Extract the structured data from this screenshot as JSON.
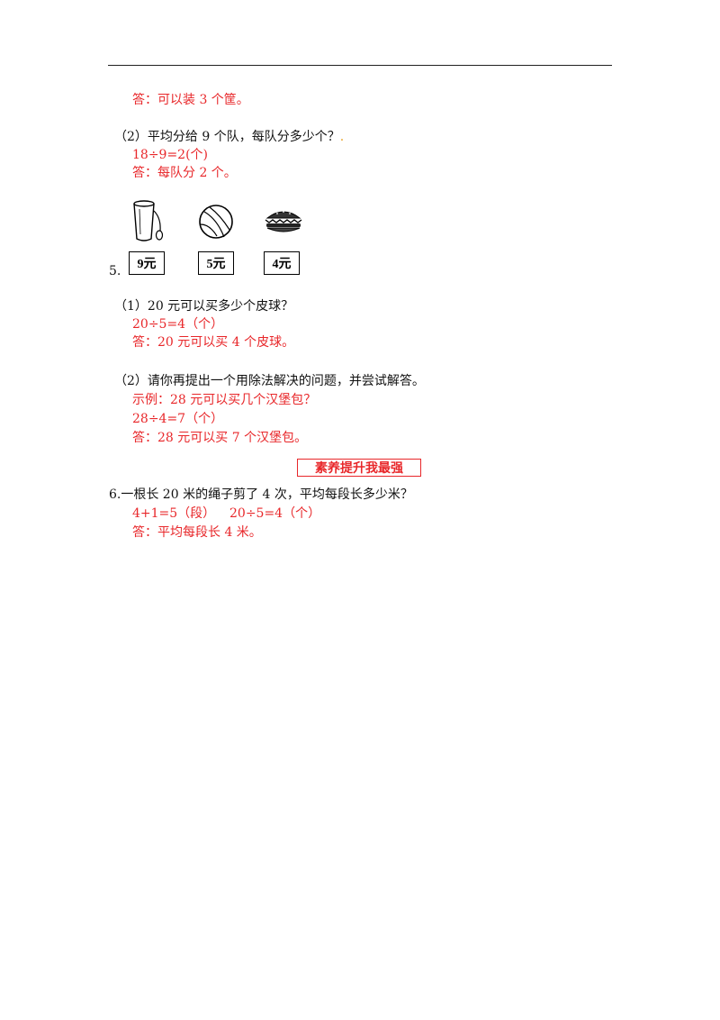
{
  "q4": {
    "answer1": "答：可以装 3 个筐。",
    "sub2_question": "（2）平均分给 9 个队，每队分多少个？",
    "sub2_mark": ".",
    "sub2_calc": "18÷9=2(个)",
    "sub2_answer": "答：每队分 2 个。"
  },
  "q5": {
    "number": "5.",
    "items": [
      {
        "icon": "cup-icon",
        "price": "9元"
      },
      {
        "icon": "ball-icon",
        "price": "5元"
      },
      {
        "icon": "hamburger-icon",
        "price": "4元"
      }
    ],
    "sub1_question": "（1）20 元可以买多少个皮球？",
    "sub1_calc": "20÷5=4（个）",
    "sub1_answer": "答：20 元可以买 4 个皮球。",
    "sub2_question": "（2）请你再提出一个用除法解决的问题，并尝试解答。",
    "sub2_example": "示例：28 元可以买几个汉堡包？",
    "sub2_calc": "28÷4=7（个）",
    "sub2_answer": "答：28 元可以买 7 个汉堡包。"
  },
  "banner": "素养提升我最强",
  "q6": {
    "question": "6.一根长 20 米的绳子剪了 4 次，平均每段长多少米？",
    "calc1": "4+1=5（段）",
    "calc2": "20÷5=4（个）",
    "answer": "答：平均每段长 4 米。"
  },
  "colors": {
    "answer": "#e8272a",
    "text": "#111111"
  }
}
